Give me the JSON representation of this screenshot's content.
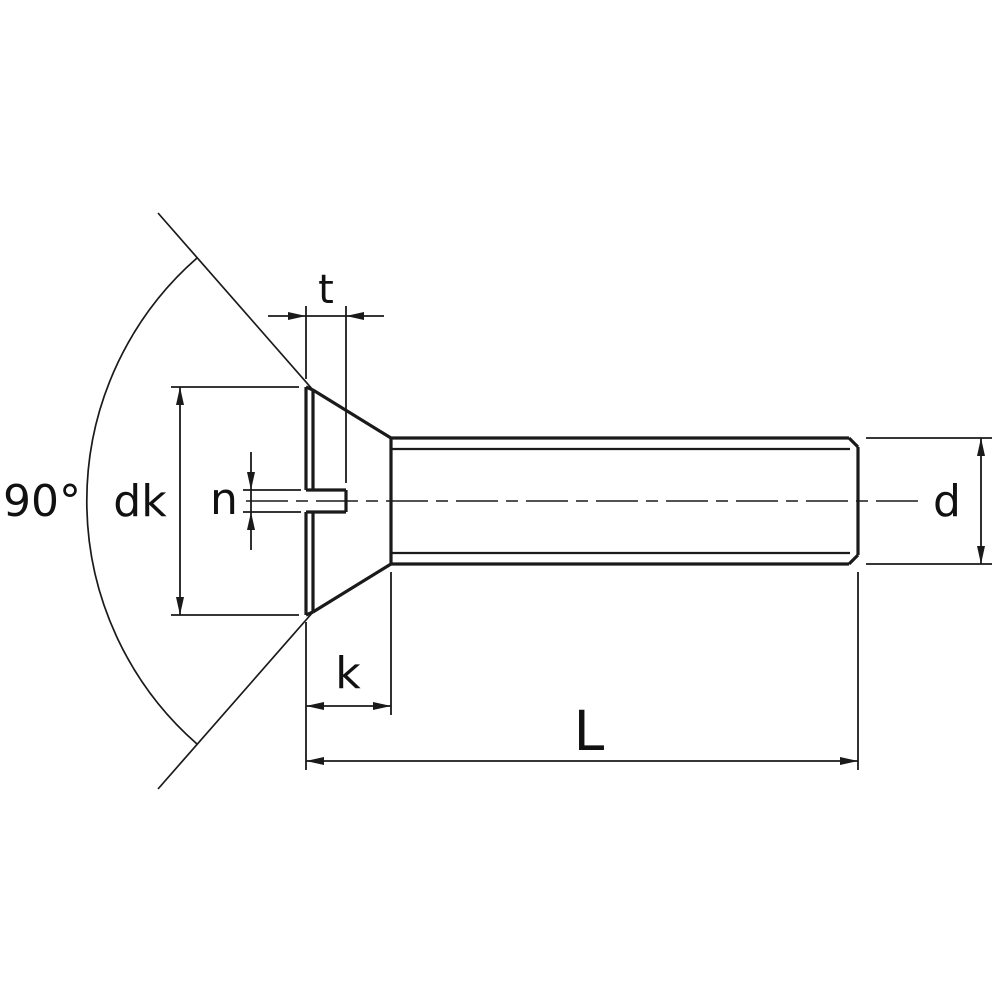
{
  "drawing": {
    "labels": {
      "slot_depth": "t",
      "head_diameter": "dk",
      "slot_width": "n",
      "countersink_angle": "90°",
      "head_height": "k",
      "length": "L",
      "shank_diameter": "d"
    },
    "colors": {
      "line": "#1a1a1a",
      "background": "#ffffff"
    }
  }
}
